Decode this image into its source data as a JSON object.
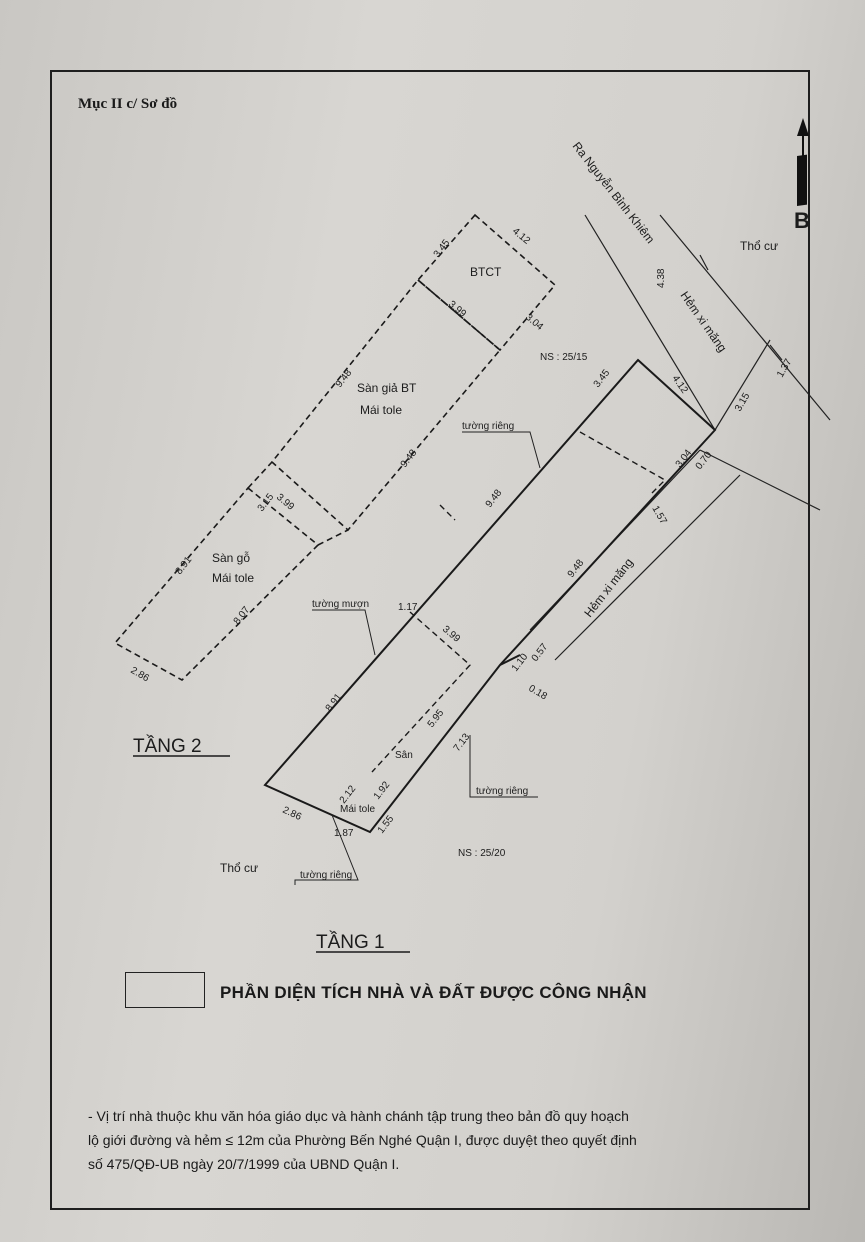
{
  "section_title": "Mục II c/ Sơ đồ",
  "north": {
    "letter": "B"
  },
  "street_labels": {
    "ra_nguyen_binh_khiem": "Ra Nguyễn Bỉnh Khiêm",
    "hem_xi_mang_top": "Hẻm xi măng",
    "hem_xi_mang_side": "Hẻm xi măng",
    "tho_cu_top": "Thổ cư",
    "tho_cu_bottom": "Thổ cư"
  },
  "neighbors": {
    "ns_top": "NS : 25/15",
    "ns_bottom": "NS : 25/20"
  },
  "wall_labels": {
    "tuong_rieng_top": "tường riêng",
    "tuong_muon": "tường mượn",
    "tuong_rieng_mid": "tường riêng",
    "tuong_rieng_bottom": "tường riêng"
  },
  "floor2_labels": {
    "btct": "BTCT",
    "san_gia_bt": "Sàn giả BT",
    "mai_tole_1": "Mái tole",
    "san_go": "Sàn gỗ",
    "mai_tole_2": "Mái tole"
  },
  "floor1_labels": {
    "san": "Sân",
    "mai_tole": "Mái tole"
  },
  "dimensions": {
    "d345_top": "3.45",
    "d412_top": "4.12",
    "d399_a": "3.99",
    "d304_top": "3.04",
    "d948_a": "9.48",
    "d948_b": "9.48",
    "d315_a": "3.15",
    "d399_b": "3.99",
    "d891_a": "8.91",
    "d807": "8.07",
    "d286_a": "2.86",
    "d438": "4.38",
    "d137": "1.37",
    "d315_b": "3.15",
    "d345_b": "3.45",
    "d412_b": "4.12",
    "d304_b": "3.04",
    "d070": "0.70",
    "d157": "1.57",
    "d948_c": "9.48",
    "d948_d": "9.48",
    "d117": "1.17",
    "d399_c": "3.99",
    "d110": "1.10",
    "d57": "0.57",
    "d018": "0.18",
    "d891_b": "8.91",
    "d595": "5.95",
    "d713": "7.13",
    "d212": "2.12",
    "d192": "1.92",
    "d286_b": "2.86",
    "d187": "1.87",
    "d155": "1.55"
  },
  "floor_titles": {
    "tang2": "TẦNG 2",
    "tang1": "TẦNG 1"
  },
  "legend": {
    "text": "PHẦN DIỆN TÍCH NHÀ VÀ ĐẤT ĐƯỢC CÔNG NHẬN"
  },
  "notes": [
    "- Vị trí nhà thuộc khu văn hóa giáo dục và hành chánh tập trung theo bản đồ quy hoạch",
    "lộ giới đường và hẻm ≤ 12m của Phường Bến Nghé Quận I, được duyệt theo quyết định",
    "số 475/QĐ-UB ngày 20/7/1999 của UBND Quận I."
  ]
}
